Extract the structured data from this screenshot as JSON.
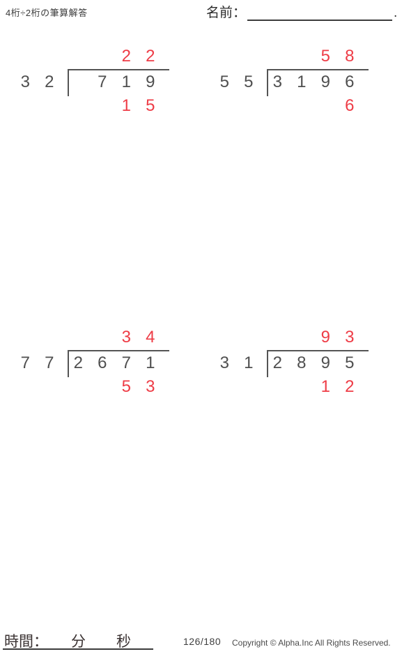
{
  "header": {
    "title": "4桁÷2桁の筆算解答",
    "name_label": "名前：",
    "name_period": "."
  },
  "problems": [
    {
      "divisor": "32",
      "dividend": "719",
      "quotient": "22",
      "remainder": "15",
      "divisor_cells": [
        "3",
        "2"
      ],
      "dividend_cells": [
        "",
        "7",
        "1",
        "9"
      ],
      "quotient_cells": [
        "",
        "",
        "2",
        "2"
      ],
      "remainder_cells": [
        "",
        "",
        "1",
        "5"
      ]
    },
    {
      "divisor": "55",
      "dividend": "3196",
      "quotient": "58",
      "remainder": "6",
      "divisor_cells": [
        "5",
        "5"
      ],
      "dividend_cells": [
        "3",
        "1",
        "9",
        "6"
      ],
      "quotient_cells": [
        "",
        "",
        "5",
        "8"
      ],
      "remainder_cells": [
        "",
        "",
        "",
        "6"
      ]
    },
    {
      "divisor": "77",
      "dividend": "2671",
      "quotient": "34",
      "remainder": "53",
      "divisor_cells": [
        "7",
        "7"
      ],
      "dividend_cells": [
        "2",
        "6",
        "7",
        "1"
      ],
      "quotient_cells": [
        "",
        "",
        "3",
        "4"
      ],
      "remainder_cells": [
        "",
        "",
        "5",
        "3"
      ]
    },
    {
      "divisor": "31",
      "dividend": "2895",
      "quotient": "93",
      "remainder": "12",
      "divisor_cells": [
        "3",
        "1"
      ],
      "dividend_cells": [
        "2",
        "8",
        "9",
        "5"
      ],
      "quotient_cells": [
        "",
        "",
        "9",
        "3"
      ],
      "remainder_cells": [
        "",
        "",
        "1",
        "2"
      ]
    }
  ],
  "footer": {
    "time_label": "時間：",
    "minutes_label": "分",
    "seconds_label": "秒",
    "page_number": "126/180",
    "copyright": "Copyright © Alpha.Inc All Rights Reserved."
  },
  "colors": {
    "ink": "#4f4f4f",
    "answer_red": "#ee3c46",
    "line": "#545454"
  }
}
